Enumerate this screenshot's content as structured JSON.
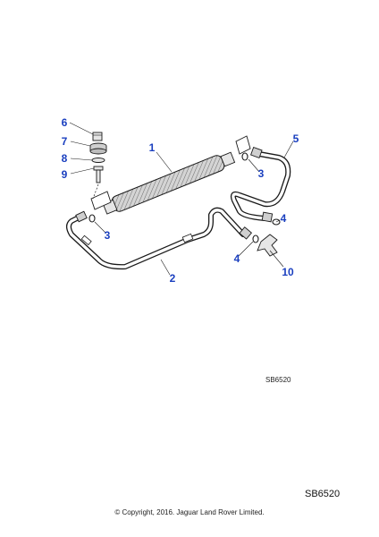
{
  "callouts": [
    {
      "id": "1",
      "label": "1"
    },
    {
      "id": "2",
      "label": "2"
    },
    {
      "id": "3a",
      "label": "3"
    },
    {
      "id": "3b",
      "label": "3"
    },
    {
      "id": "4a",
      "label": "4"
    },
    {
      "id": "4b",
      "label": "4"
    },
    {
      "id": "5",
      "label": "5"
    },
    {
      "id": "6",
      "label": "6"
    },
    {
      "id": "7",
      "label": "7"
    },
    {
      "id": "8",
      "label": "8"
    },
    {
      "id": "9",
      "label": "9"
    },
    {
      "id": "10",
      "label": "10"
    }
  ],
  "colors": {
    "callout": "#1a3fbf",
    "line": "#1a1a1a",
    "part_fill": "#e6e6e6",
    "cooler_fill": "#cfcfcf"
  },
  "figure_ref_inner": "SB6520",
  "figure_ref_outer": "SB6520",
  "copyright": "© Copyright, 2016. Jaguar Land Rover Limited."
}
